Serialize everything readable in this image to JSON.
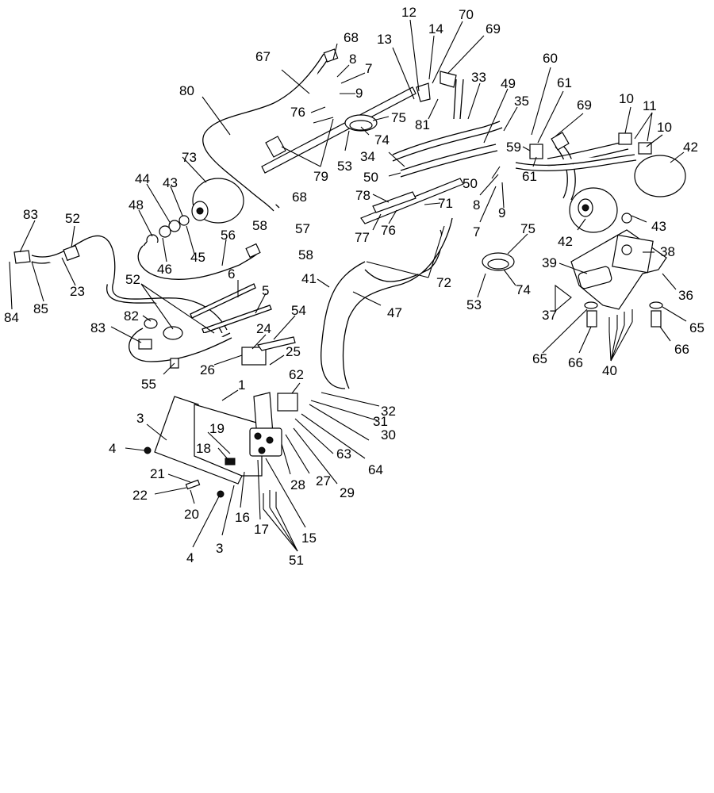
{
  "callouts": [
    "1",
    "3",
    "3",
    "4",
    "4",
    "5",
    "6",
    "7",
    "7",
    "8",
    "8",
    "9",
    "9",
    "10",
    "10",
    "11",
    "12",
    "13",
    "14",
    "15",
    "16",
    "17",
    "18",
    "19",
    "20",
    "21",
    "22",
    "23",
    "24",
    "25",
    "26",
    "27",
    "28",
    "29",
    "30",
    "31",
    "32",
    "33",
    "34",
    "35",
    "36",
    "37",
    "38",
    "39",
    "40",
    "41",
    "42",
    "42",
    "43",
    "43",
    "44",
    "45",
    "46",
    "47",
    "48",
    "49",
    "50",
    "50",
    "51",
    "52",
    "52",
    "53",
    "53",
    "54",
    "55",
    "56",
    "57",
    "58",
    "58",
    "59",
    "60",
    "61",
    "61",
    "62",
    "63",
    "64",
    "65",
    "65",
    "66",
    "66",
    "67",
    "68",
    "68",
    "69",
    "69",
    "70",
    "71",
    "72",
    "73",
    "74",
    "74",
    "75",
    "75",
    "76",
    "76",
    "77",
    "78",
    "79",
    "80",
    "81",
    "82",
    "83",
    "83",
    "84",
    "85"
  ]
}
